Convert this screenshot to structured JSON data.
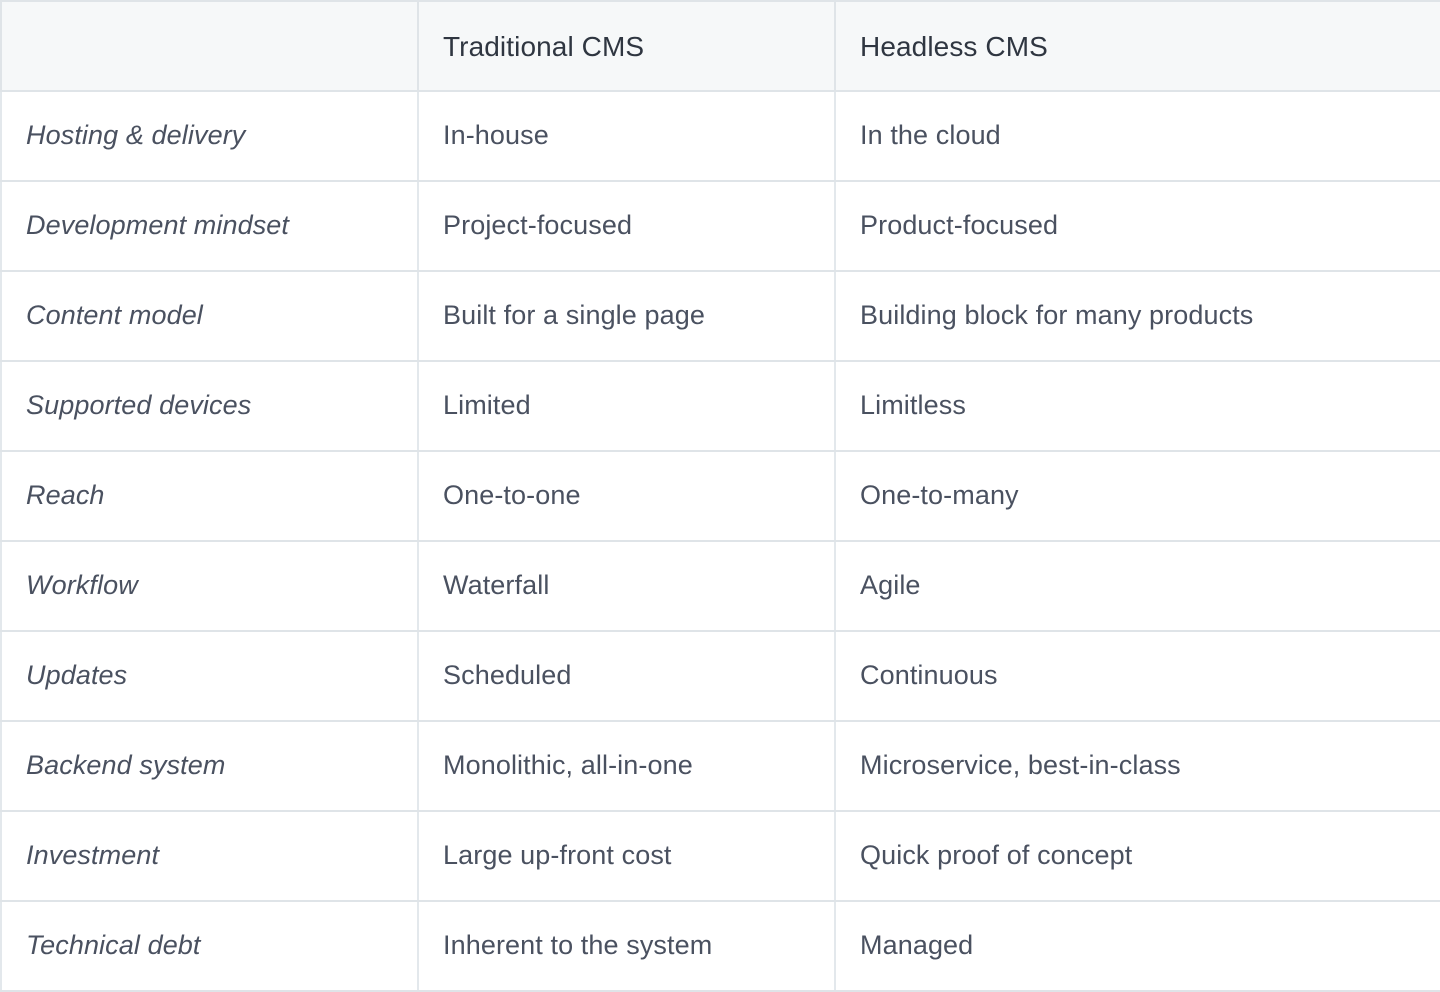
{
  "table": {
    "headers": [
      "",
      "Traditional CMS",
      "Headless CMS"
    ],
    "rows": [
      {
        "label": "Hosting & delivery",
        "traditional": "In-house",
        "headless": "In the cloud"
      },
      {
        "label": "Development mindset",
        "traditional": "Project-focused",
        "headless": "Product-focused"
      },
      {
        "label": "Content model",
        "traditional": "Built for a single page",
        "headless": "Building block for many products"
      },
      {
        "label": "Supported devices",
        "traditional": "Limited",
        "headless": "Limitless"
      },
      {
        "label": "Reach",
        "traditional": "One-to-one",
        "headless": "One-to-many"
      },
      {
        "label": "Workflow",
        "traditional": "Waterfall",
        "headless": "Agile"
      },
      {
        "label": "Updates",
        "traditional": "Scheduled",
        "headless": "Continuous"
      },
      {
        "label": "Backend system",
        "traditional": "Monolithic, all-in-one",
        "headless": "Microservice, best-in-class"
      },
      {
        "label": "Investment",
        "traditional": "Large up-front cost",
        "headless": "Quick proof of concept"
      },
      {
        "label": "Technical debt",
        "traditional": "Inherent to the system",
        "headless": "Managed"
      }
    ]
  },
  "colors": {
    "header_background": "#f6f8f9",
    "header_text": "#2f3641",
    "body_text": "#4a5160",
    "border": "#dfe4e8",
    "cell_background": "#ffffff"
  }
}
